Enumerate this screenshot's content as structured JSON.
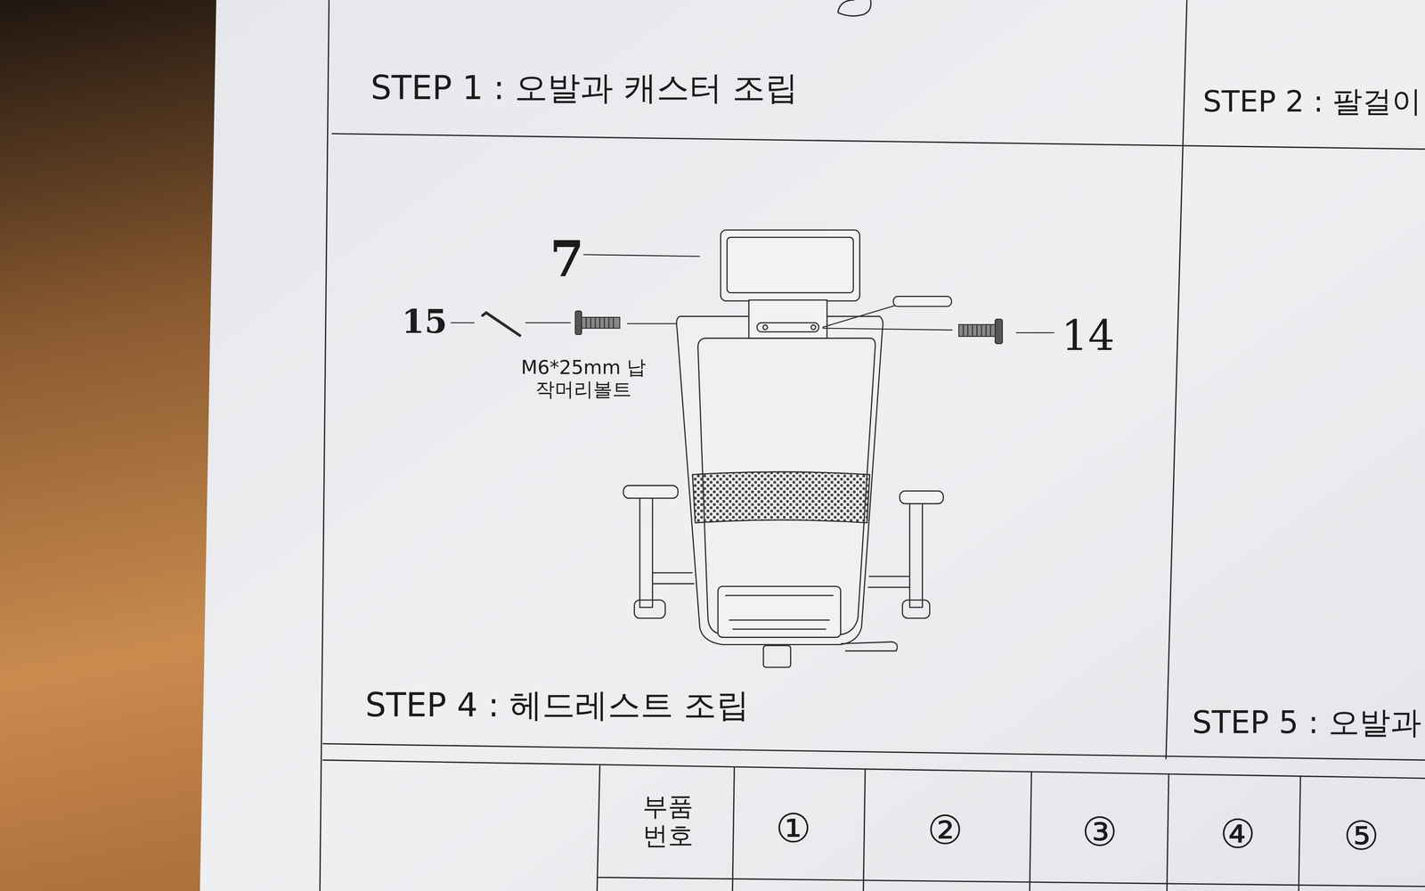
{
  "diagram": {
    "labels": [
      "STEP 1 : 오발과 캐스터 조립",
      "STEP 2 : 팔걸이",
      "7",
      "15",
      "M6*25mm 납작머리볼트",
      "14",
      "STEP 4 : 헤드레스트 조립",
      "STEP 5 : 오발과",
      "부품 번호",
      "①",
      "②",
      "③",
      "④",
      "⑤"
    ]
  }
}
